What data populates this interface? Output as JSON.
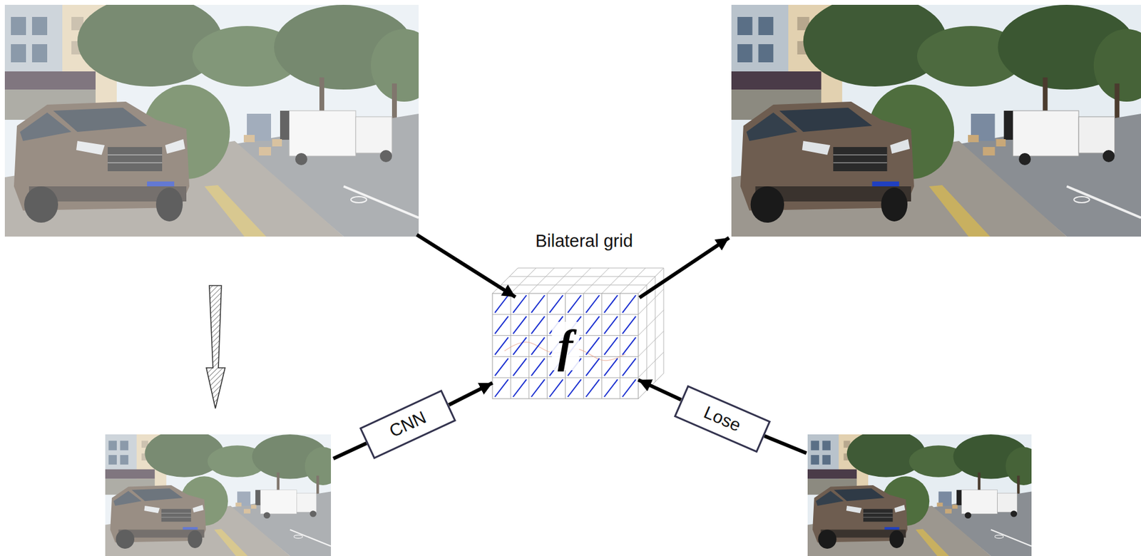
{
  "diagram": {
    "nodes": [
      {
        "text": [
          "Bilateral grid",
          "f"
        ]
      },
      {
        "text": [
          "CNN"
        ]
      },
      {
        "text": [
          "Lose"
        ]
      }
    ],
    "edges": [
      {
        "from": 1,
        "to": 0,
        "arrow": "to"
      },
      {
        "from": 2,
        "to": 0,
        "arrow": "to"
      }
    ]
  }
}
